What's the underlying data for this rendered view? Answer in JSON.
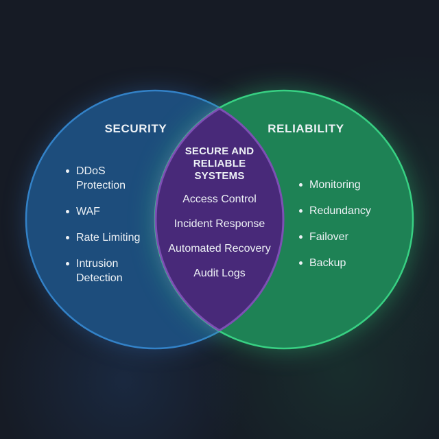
{
  "colors": {
    "background": "#161b25",
    "security_fill": "#1d4d7c",
    "security_stroke": "#3382c8",
    "reliability_fill": "#1e8255",
    "reliability_stroke": "#38d183",
    "overlap_fill": "#482979",
    "overlap_stroke": "#7d50b4",
    "text": "#eef2f6"
  },
  "venn": {
    "left": {
      "label": "SECURITY",
      "items": [
        "DDoS Protection",
        "WAF",
        "Rate Limiting",
        "Intrusion Detection"
      ]
    },
    "right": {
      "label": "RELIABILITY",
      "items": [
        "Monitoring",
        "Redundancy",
        "Failover",
        "Backup"
      ]
    },
    "overlap": {
      "label": "SECURE AND RELIABLE SYSTEMS",
      "items": [
        "Access Control",
        "Incident Response",
        "Automated Recovery",
        "Audit Logs"
      ]
    }
  }
}
